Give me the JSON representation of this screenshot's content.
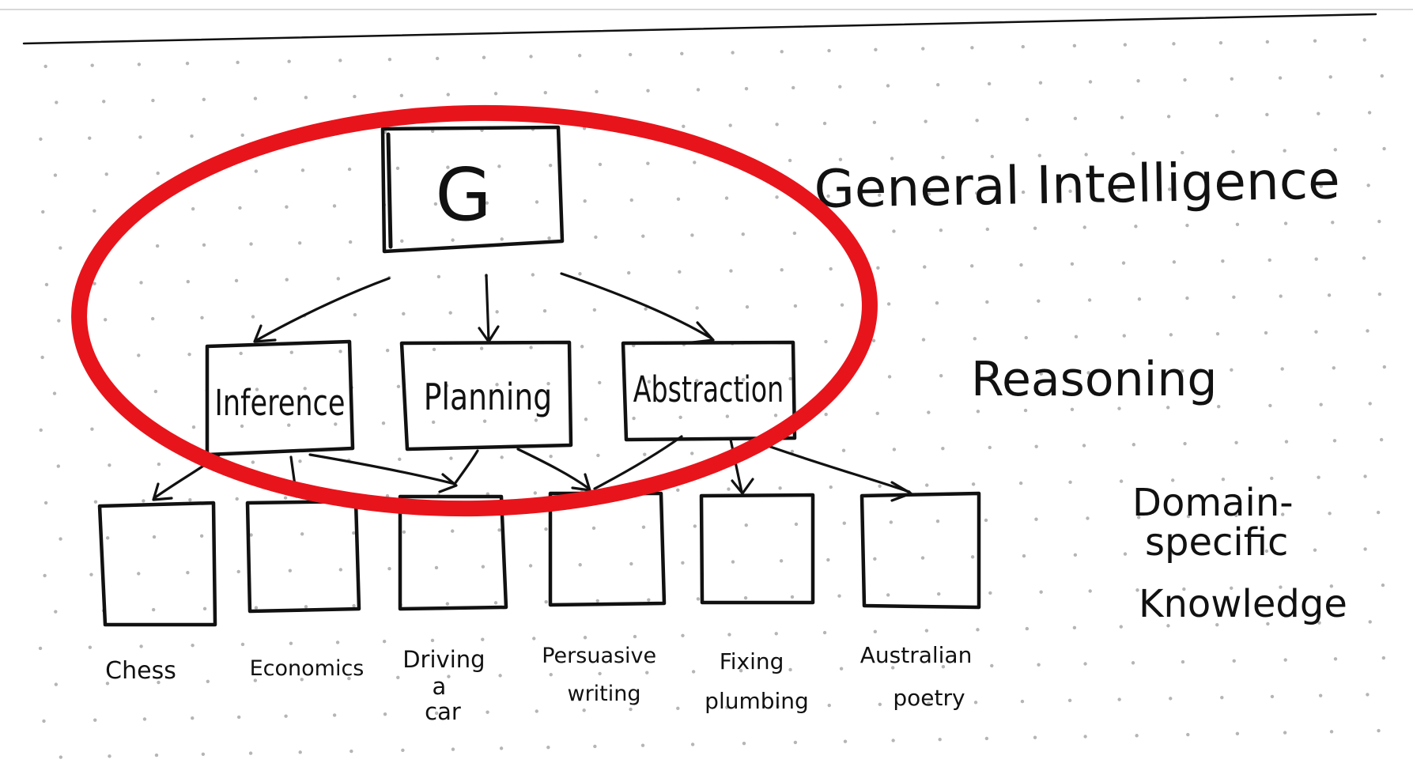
{
  "diagram": {
    "root": {
      "label": "G"
    },
    "reasoning_nodes": [
      {
        "id": "inference",
        "label": "Inference"
      },
      {
        "id": "planning",
        "label": "Planning"
      },
      {
        "id": "abstraction",
        "label": "Abstraction"
      }
    ],
    "domain_nodes": [
      {
        "id": "chess",
        "lines": [
          "Chess"
        ]
      },
      {
        "id": "economics",
        "lines": [
          "Economics"
        ]
      },
      {
        "id": "driving",
        "lines": [
          "Driving",
          "a",
          "car"
        ]
      },
      {
        "id": "persuasive",
        "lines": [
          "Persuasive",
          "writing"
        ]
      },
      {
        "id": "plumbing",
        "lines": [
          "Fixing",
          "plumbing"
        ]
      },
      {
        "id": "poetry",
        "lines": [
          "Australian",
          "poetry"
        ]
      }
    ],
    "edges": [
      [
        "G",
        "inference"
      ],
      [
        "G",
        "planning"
      ],
      [
        "G",
        "abstraction"
      ],
      [
        "inference",
        "chess"
      ],
      [
        "inference",
        "economics"
      ],
      [
        "inference",
        "driving"
      ],
      [
        "planning",
        "driving"
      ],
      [
        "planning",
        "persuasive"
      ],
      [
        "abstraction",
        "persuasive"
      ],
      [
        "abstraction",
        "plumbing"
      ],
      [
        "abstraction",
        "poetry"
      ]
    ],
    "level_labels": {
      "general": "General Intelligence",
      "reasoning": "Reasoning",
      "domain": [
        "Domain-",
        "specific",
        "Knowledge"
      ]
    },
    "highlight": {
      "color": "#e8141b"
    }
  }
}
